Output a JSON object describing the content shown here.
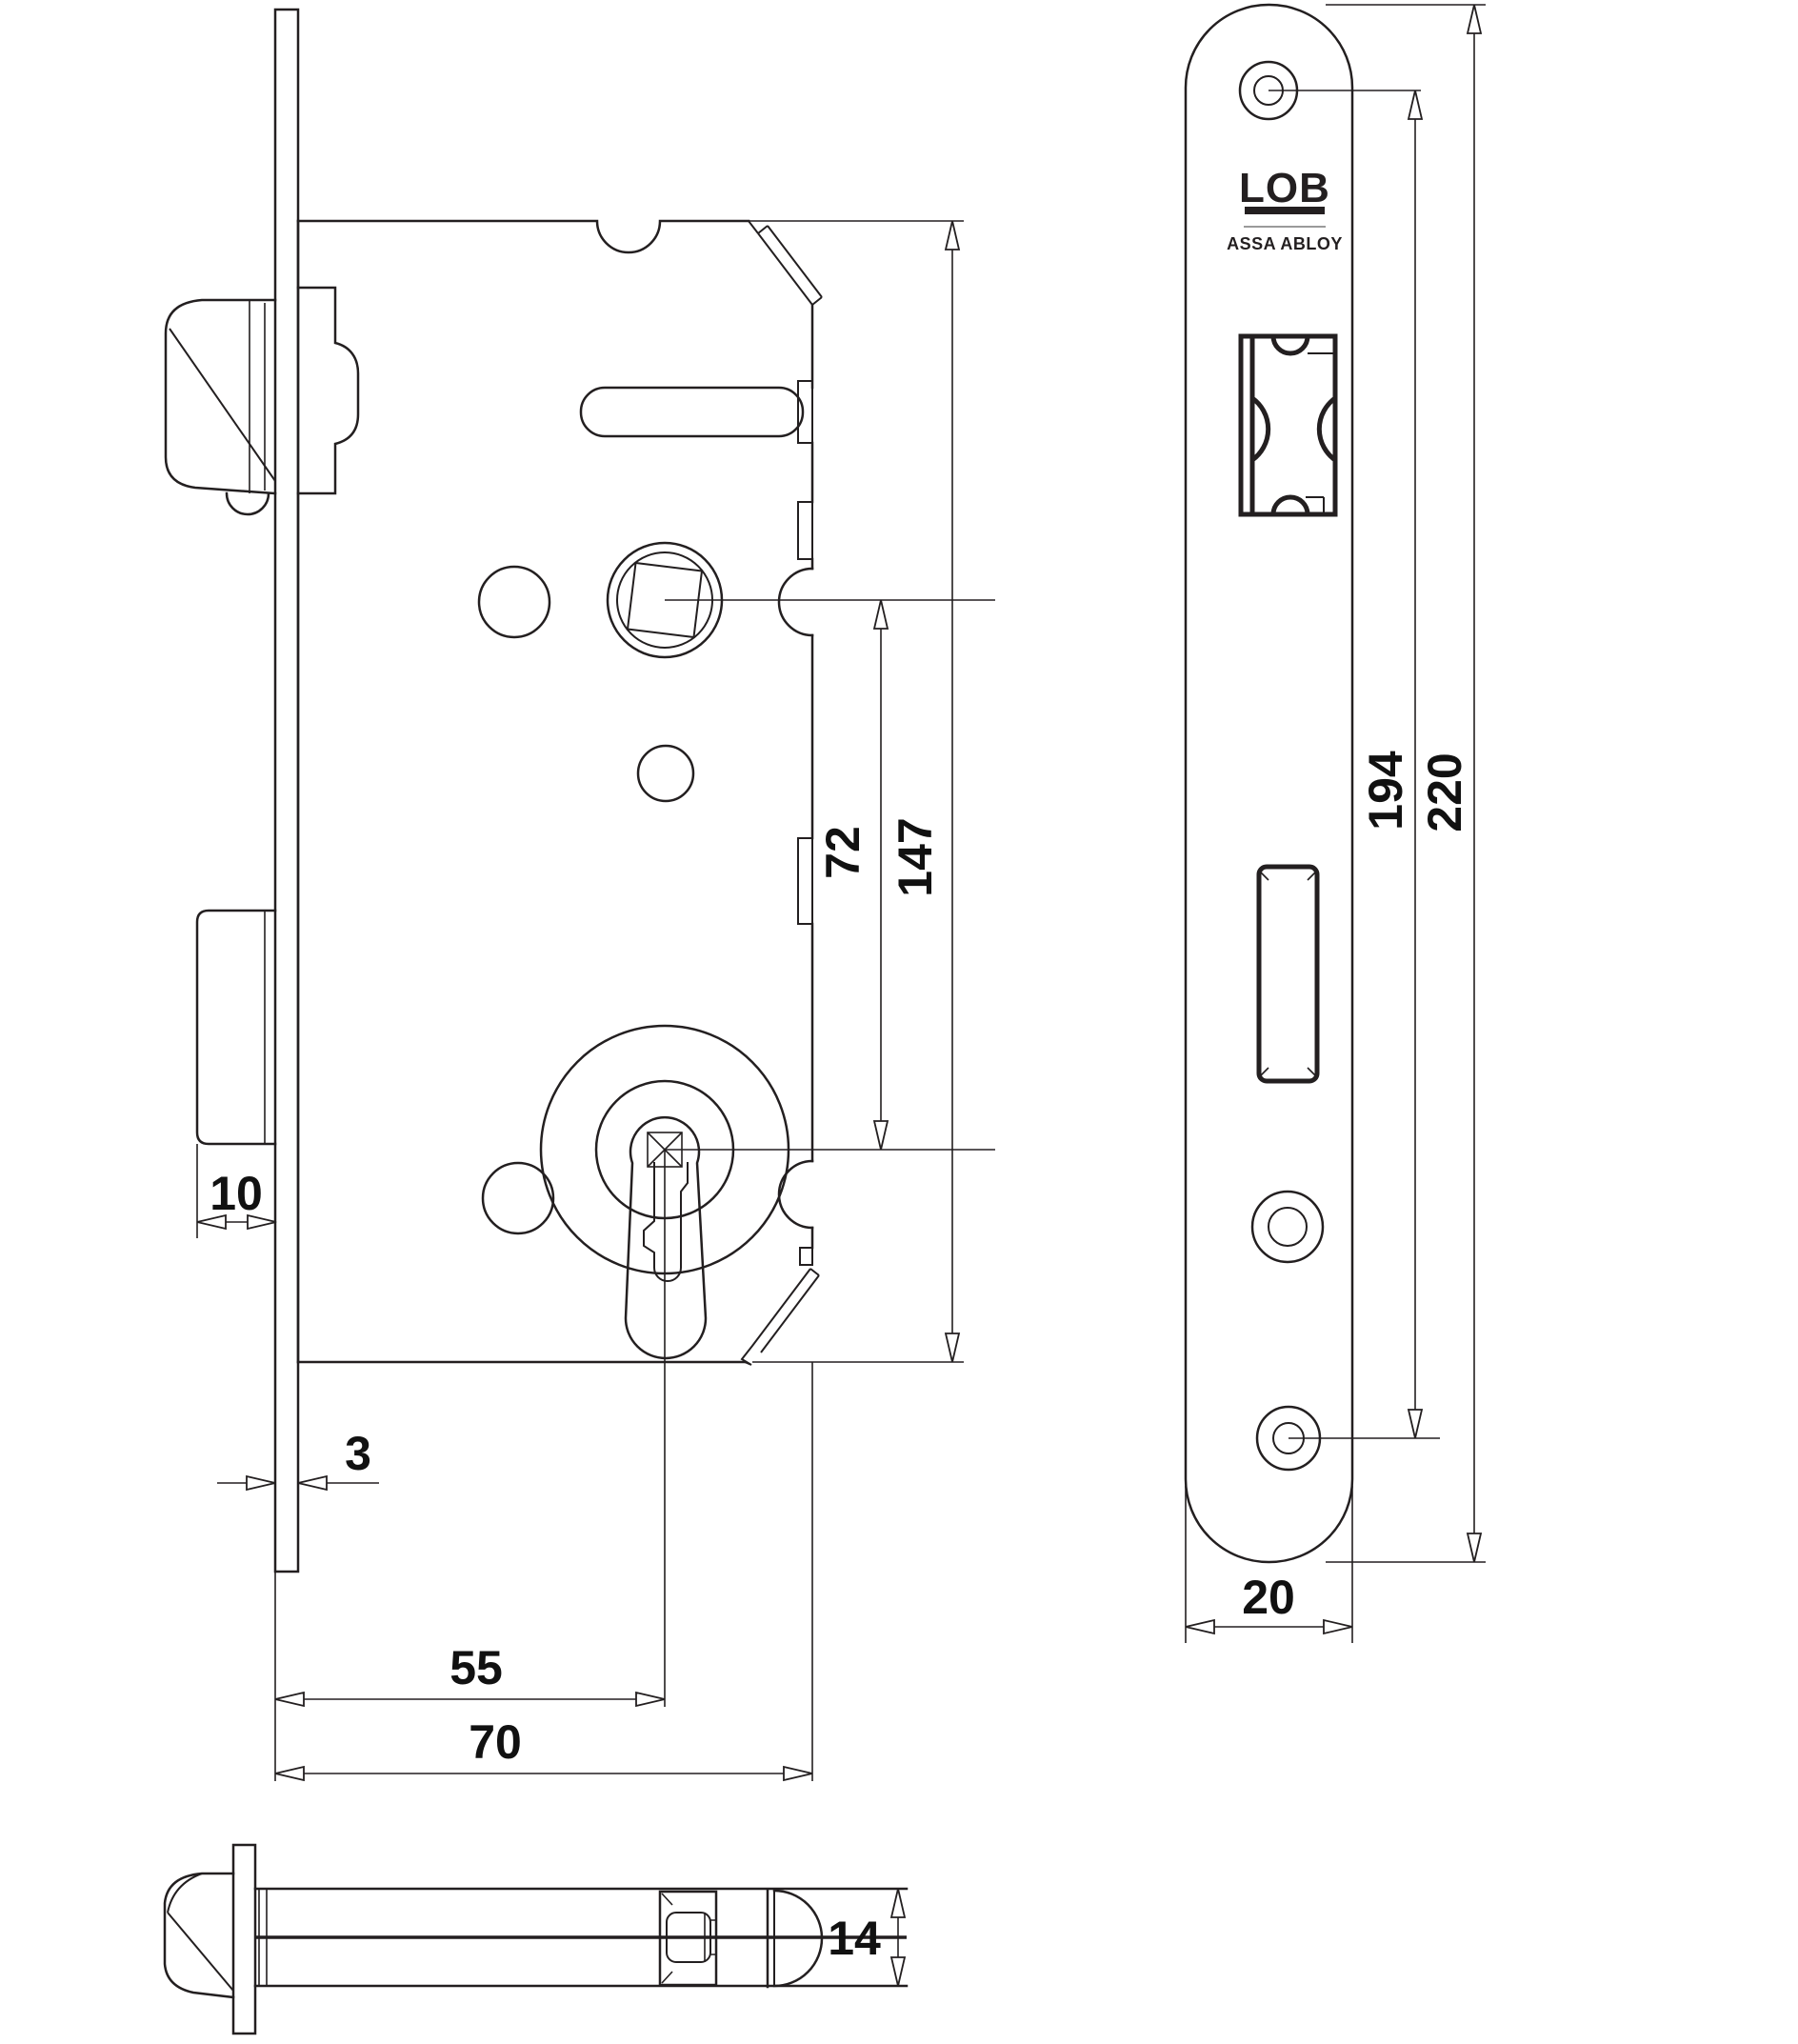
{
  "page": {
    "background": "#ffffff",
    "line_color": "#231f20"
  },
  "brand": {
    "logo": "LOB",
    "subtitle": "ASSA ABLOY"
  },
  "views": {
    "side_view": "lock-case-side-view",
    "front_view": "faceplate-front-view",
    "bottom_view": "latch-bolt-top-view"
  },
  "dimensions": {
    "d10": "10",
    "d3": "3",
    "d55": "55",
    "d70": "70",
    "d72": "72",
    "d147": "147",
    "d194": "194",
    "d220": "220",
    "d20": "20",
    "d14": "14"
  }
}
